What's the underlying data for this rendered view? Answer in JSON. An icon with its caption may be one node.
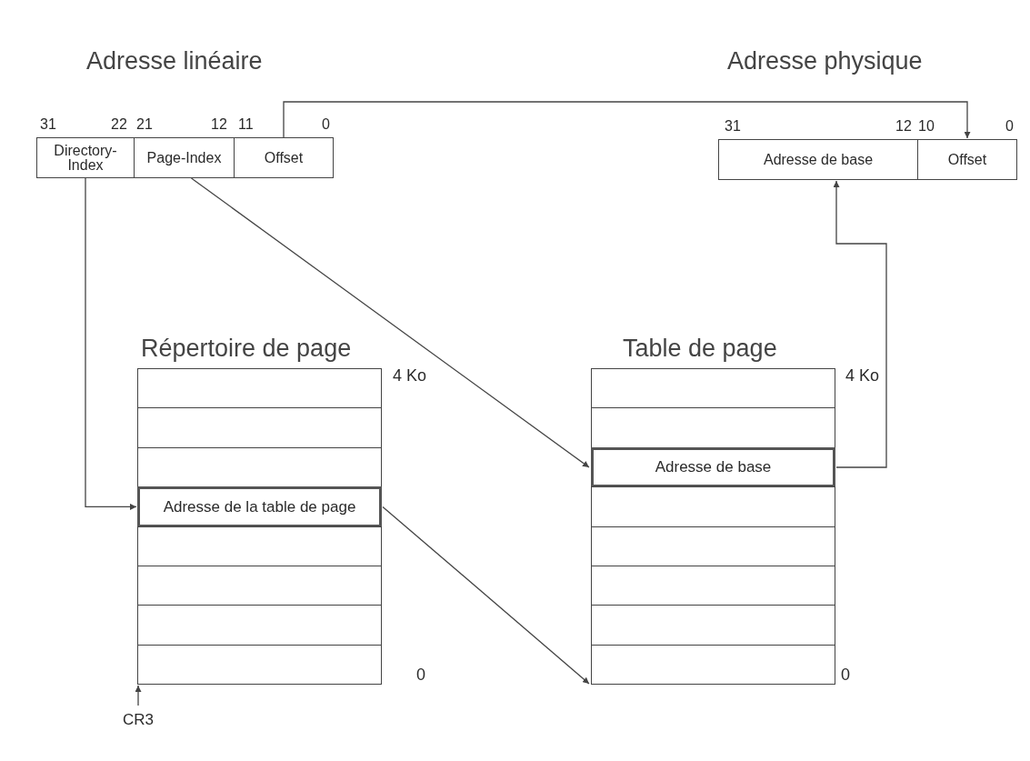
{
  "diagram": {
    "nodes": [
      {
        "text": [
          "Adresse linéaire"
        ]
      },
      {
        "text": [
          "Directory-Index"
        ],
        "in": 0,
        "beside": [
          "31",
          "22"
        ]
      },
      {
        "text": [
          "Page-Index"
        ],
        "in": 0,
        "beside": [
          "21",
          "12"
        ]
      },
      {
        "text": [
          "Offset"
        ],
        "in": 0,
        "beside": [
          "11",
          "0"
        ]
      },
      {
        "text": [
          "Adresse physique"
        ]
      },
      {
        "text": [
          "Adresse de base"
        ],
        "in": 4,
        "beside": [
          "31",
          "12"
        ]
      },
      {
        "text": [
          "Offset"
        ],
        "in": 4,
        "beside": [
          "10",
          "0"
        ]
      },
      {
        "text": [
          "Répertoire de page"
        ],
        "beside": [
          "4 Ko",
          "0"
        ]
      },
      {
        "text": [],
        "shape": "box",
        "in": 7
      },
      {
        "text": [],
        "shape": "box",
        "in": 7
      },
      {
        "text": [],
        "shape": "box",
        "in": 7
      },
      {
        "text": [
          "Adresse de la table de page"
        ],
        "in": 7
      },
      {
        "text": [],
        "shape": "box",
        "in": 7
      },
      {
        "text": [],
        "shape": "box",
        "in": 7
      },
      {
        "text": [],
        "shape": "box",
        "in": 7
      },
      {
        "text": [],
        "shape": "box",
        "in": 7
      },
      {
        "text": [
          "Table de page"
        ],
        "beside": [
          "4 Ko",
          "0"
        ]
      },
      {
        "text": [],
        "shape": "box",
        "in": 16
      },
      {
        "text": [],
        "shape": "box",
        "in": 16
      },
      {
        "text": [
          "Adresse de base"
        ],
        "in": 16
      },
      {
        "text": [],
        "shape": "box",
        "in": 16
      },
      {
        "text": [],
        "shape": "box",
        "in": 16
      },
      {
        "text": [],
        "shape": "box",
        "in": 16
      },
      {
        "text": [],
        "shape": "box",
        "in": 16
      },
      {
        "text": [],
        "shape": "box",
        "in": 16
      },
      {
        "text": [
          "CR3"
        ]
      }
    ],
    "edges": [
      {
        "from": 1,
        "to": 11,
        "arrow": "to"
      },
      {
        "from": 2,
        "to": 19,
        "arrow": "to"
      },
      {
        "from": 3,
        "to": 6,
        "arrow": "to"
      },
      {
        "from": 11,
        "to": 16,
        "arrow": "to"
      },
      {
        "from": 19,
        "to": 5,
        "arrow": "to"
      },
      {
        "from": 25,
        "to": 7,
        "arrow": "to"
      }
    ]
  }
}
